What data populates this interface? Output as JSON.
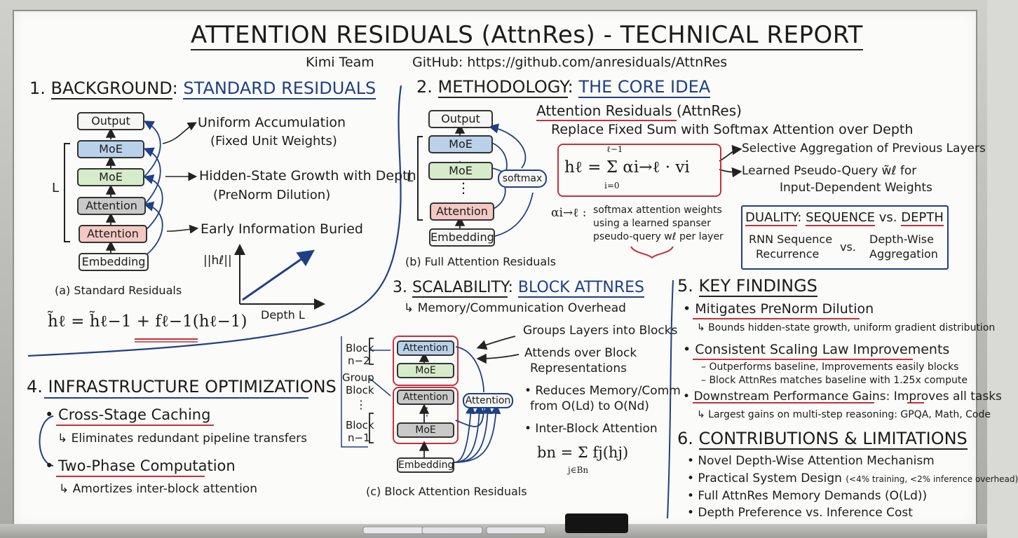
{
  "title": {
    "main": "ATTENTION RESIDUALS (AttnRes) - TECHNICAL REPORT",
    "team": "Kimi Team",
    "github": "GitHub: https://github.com/anresiduals/AttnRes"
  },
  "s1": {
    "num": "1.",
    "h_a": "BACKGROUND",
    "colon": ":",
    "h_b": "STANDARD RESIDUALS",
    "boxes": [
      "Output",
      "MoE",
      "MoE",
      "Attention",
      "Attention",
      "Embedding"
    ],
    "L": "L",
    "n1a": "Uniform Accumulation",
    "n1b": "(Fixed Unit Weights)",
    "n2a": "Hidden-State Growth with Depth",
    "n2b": "(PreNorm Dilution)",
    "n3": "Early Information Buried",
    "caption": "(a) Standard Residuals",
    "eq": "h̃ℓ = h̃ℓ−1 + fℓ−1(hℓ−1)",
    "graph_y": "||hℓ||",
    "graph_x": "Depth L"
  },
  "s2": {
    "num": "2.",
    "h_a": "METHODOLOGY",
    "colon": ":",
    "h_b": "THE CORE IDEA",
    "boxes": [
      "Output",
      "MoE",
      "MoE",
      "Attention",
      "Embedding"
    ],
    "L": "L",
    "softmax": "softmax",
    "dots": "⋮",
    "caption": "(b) Full Attention Residuals",
    "sub": "Attention Residuals (AttnRes)",
    "replace": "Replace Fixed Sum with Softmax Attention over Depth",
    "formula": "hℓ = Σ αi→ℓ · vi",
    "sum_top": "ℓ−1",
    "sum_bot": "i=0",
    "sel": "Selective Aggregation of Previous Layers",
    "learned": "Learned Pseudo-Query w̃ℓ for",
    "input_dep": "Input-Dependent Weights",
    "alpha": "αi→ℓ :",
    "alpha1": "softmax attention weights",
    "alpha2": "using a learned spanser",
    "alpha3": "pseudo-query wℓ per layer"
  },
  "duality": {
    "h_a": "DUALITY",
    "colon": ":",
    "h_b": "SEQUENCE",
    "vs1": "vs.",
    "h_c": "DEPTH",
    "l1": "RNN Sequence",
    "l2": "Recurrence",
    "vs": "vs.",
    "r1": "Depth-Wise",
    "r2": "Aggregation"
  },
  "s3": {
    "num": "3.",
    "h_a": "SCALABILITY",
    "colon": ":",
    "h_b": "BLOCK ATTNRES",
    "overhead": "↳ Memory/Communication Overhead",
    "boxes": [
      "Attention",
      "MoE",
      "Attention",
      "MoE",
      "Embedding"
    ],
    "block1a": "Block",
    "block1b": "n−2",
    "group1": "Group",
    "group2": "Block",
    "dots": "⋮",
    "block2a": "Block",
    "block2b": "n−1",
    "attn": "Attention",
    "n1": "Groups Layers into Blocks",
    "n2a": "Attends over Block",
    "n2b": "Representations",
    "n3a": "• Reduces Memory/Comm",
    "n3b": "from O(Ld) to O(Nd)",
    "n4": "• Inter-Block Attention",
    "eq": "bn = Σ fj(hj)",
    "eq_sub": "j∈Bn",
    "caption": "(c) Block Attention Residuals"
  },
  "s4": {
    "num": "4.",
    "h": "INFRASTRUCTURE OPTIMIZATIONS",
    "i1": "• Cross-Stage Caching",
    "i1s": "↳ Eliminates redundant pipeline transfers",
    "i2": "• Two-Phase Computation",
    "i2s": "↳ Amortizes inter-block attention"
  },
  "s5": {
    "num": "5.",
    "h": "KEY FINDINGS",
    "f1": "Mitigates PreNorm Dilution",
    "f1s": "↳ Bounds hidden-state growth, uniform gradient distribution",
    "f2": "Consistent Scaling Law Improvements",
    "f2s1": "– Outperforms baseline, Improvements easily blocks",
    "f2s2": "– Block AttnRes matches baseline with 1.25x compute",
    "f3": "Downstream Performance Gains",
    "f3b": ": Improves ",
    "f3c": "all",
    "f3d": " tasks",
    "f3s": "↳ Largest gains on multi-step reasoning: GPQA, Math, Code",
    "bullet": "•"
  },
  "s6": {
    "num": "6.",
    "h": "CONTRIBUTIONS & LIMITATIONS",
    "c1": "• Novel Depth-Wise Attention Mechanism",
    "c2": "• Practical System Design",
    "c2s": "(<4% training, <2% inference overhead)",
    "c3": "• Full AttnRes Memory Demands (O(Ld))",
    "c4": "• Depth Preference vs. Inference Cost"
  }
}
